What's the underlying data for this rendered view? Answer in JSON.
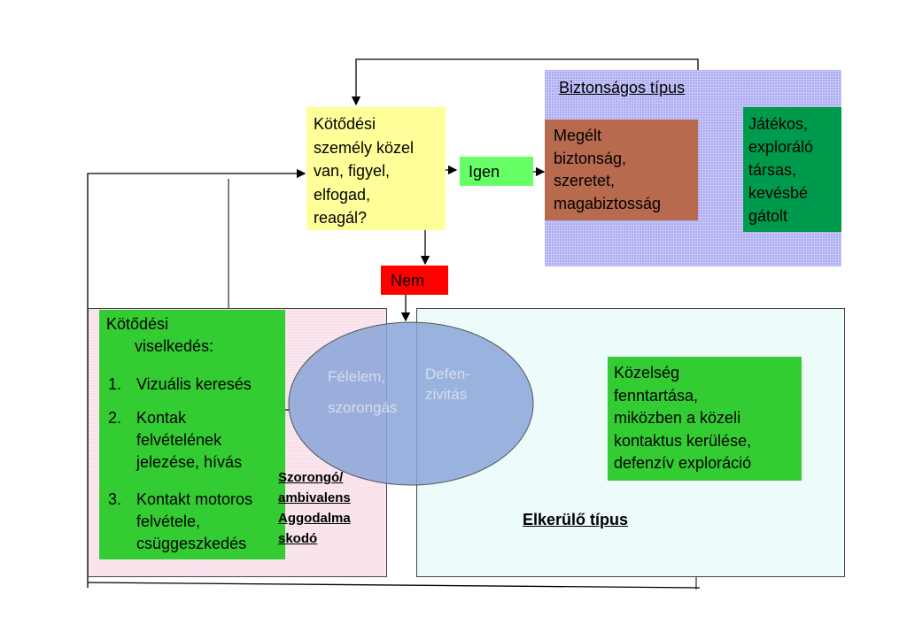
{
  "question": {
    "lines": [
      "Kötődési",
      "személy közel",
      "van, figyel,",
      "elfogad,",
      "reagál?"
    ]
  },
  "yes_label": "Igen",
  "no_label": "Nem",
  "secure": {
    "title": "Biztonságos típus",
    "inner_left": [
      "Megélt",
      "biztonság,",
      "szeretet,",
      "magabiztosság"
    ],
    "inner_right": [
      "Játékos,",
      "exploráló",
      "társas,",
      "kevésbé",
      "gátolt"
    ]
  },
  "attachment_behavior": {
    "heading": [
      "Kötődési",
      "viselkedés:"
    ],
    "items": [
      {
        "num": "1.",
        "lines": [
          "Vizuális keresés"
        ]
      },
      {
        "num": "2.",
        "lines": [
          "Kontak",
          "felvételének",
          "jelezése, hívás"
        ]
      },
      {
        "num": "3.",
        "lines": [
          "Kontakt motoros",
          "felvétele,",
          "csüggeszkedés"
        ]
      }
    ]
  },
  "ambivalent_label": [
    "Szorongó/",
    "ambivalens",
    "Aggodalma",
    "skodó"
  ],
  "ellipse": {
    "left": [
      "Félelem,",
      "szorongás"
    ],
    "right": [
      "Defen-",
      "zivitás"
    ]
  },
  "avoidant": {
    "inner": [
      "Közelség",
      "fenntartása,",
      "miközben a közeli",
      "kontaktus kerülése,",
      "defenzív exploráció"
    ],
    "title": "Elkerülő típus"
  },
  "colors": {
    "question_bg": "#ffff99",
    "yes_bg": "#66ff66",
    "no_bg": "#ff0000",
    "secure_bg": "#a9a9f2",
    "brown": "#b86a4e",
    "dark_green": "#009a4c",
    "green": "#33cc33",
    "pink": "#f7dbe8",
    "light_cyan": "#edfbfb",
    "ellipse": "#8aa4d8"
  }
}
